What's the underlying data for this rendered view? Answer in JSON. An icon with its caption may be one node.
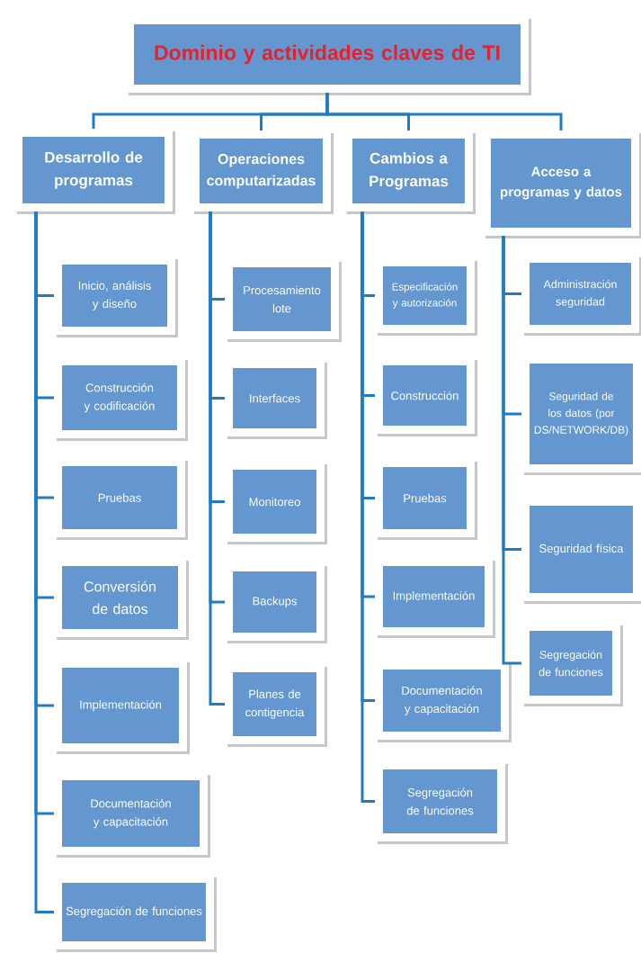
{
  "diagram": {
    "nodes": [
      {
        "text": [
          "Dominio y actividades claves de TI"
        ]
      },
      {
        "text": [
          "Desarrollo de programas"
        ]
      },
      {
        "text": [
          "Operaciones computarizadas"
        ]
      },
      {
        "text": [
          "Cambios a Programas"
        ]
      },
      {
        "text": [
          "Acceso a programas y datos"
        ]
      },
      {
        "text": [
          "Inicio, análisis y diseño"
        ]
      },
      {
        "text": [
          "Construcción y codificación"
        ]
      },
      {
        "text": [
          "Pruebas"
        ]
      },
      {
        "text": [
          "Conversión de datos"
        ]
      },
      {
        "text": [
          "Implementación"
        ]
      },
      {
        "text": [
          "Documentación y capacitación"
        ]
      },
      {
        "text": [
          "Segregación de funciones"
        ]
      },
      {
        "text": [
          "Procesamiento lote"
        ]
      },
      {
        "text": [
          "Interfaces"
        ]
      },
      {
        "text": [
          "Monitoreo"
        ]
      },
      {
        "text": [
          "Backups"
        ]
      },
      {
        "text": [
          "Planes de contigencia"
        ]
      },
      {
        "text": [
          "Especificación y autorización"
        ]
      },
      {
        "text": [
          "Construcción"
        ]
      },
      {
        "text": [
          "Pruebas"
        ]
      },
      {
        "text": [
          "Implementación"
        ]
      },
      {
        "text": [
          "Documentación y capacitación"
        ]
      },
      {
        "text": [
          "Segregación de funciones"
        ]
      },
      {
        "text": [
          "Administración seguridad"
        ]
      },
      {
        "text": [
          "Seguridad de los datos (por DS/NETWORK/DB)"
        ]
      },
      {
        "text": [
          "Seguridad física"
        ]
      },
      {
        "text": [
          "Segregación de funciones"
        ]
      }
    ],
    "edges": [
      {
        "from": 0,
        "to": 1,
        "arrow": "none"
      },
      {
        "from": 0,
        "to": 2,
        "arrow": "none"
      },
      {
        "from": 0,
        "to": 3,
        "arrow": "none"
      },
      {
        "from": 0,
        "to": 4,
        "arrow": "none"
      },
      {
        "from": 1,
        "to": 5,
        "arrow": "none"
      },
      {
        "from": 1,
        "to": 6,
        "arrow": "none"
      },
      {
        "from": 1,
        "to": 7,
        "arrow": "none"
      },
      {
        "from": 1,
        "to": 8,
        "arrow": "none"
      },
      {
        "from": 1,
        "to": 9,
        "arrow": "none"
      },
      {
        "from": 1,
        "to": 10,
        "arrow": "none"
      },
      {
        "from": 1,
        "to": 11,
        "arrow": "none"
      },
      {
        "from": 2,
        "to": 12,
        "arrow": "none"
      },
      {
        "from": 2,
        "to": 13,
        "arrow": "none"
      },
      {
        "from": 2,
        "to": 14,
        "arrow": "none"
      },
      {
        "from": 2,
        "to": 15,
        "arrow": "none"
      },
      {
        "from": 2,
        "to": 16,
        "arrow": "none"
      },
      {
        "from": 3,
        "to": 17,
        "arrow": "none"
      },
      {
        "from": 3,
        "to": 18,
        "arrow": "none"
      },
      {
        "from": 3,
        "to": 19,
        "arrow": "none"
      },
      {
        "from": 3,
        "to": 20,
        "arrow": "none"
      },
      {
        "from": 3,
        "to": 21,
        "arrow": "none"
      },
      {
        "from": 3,
        "to": 22,
        "arrow": "none"
      },
      {
        "from": 4,
        "to": 23,
        "arrow": "none"
      },
      {
        "from": 4,
        "to": 24,
        "arrow": "none"
      },
      {
        "from": 4,
        "to": 25,
        "arrow": "none"
      },
      {
        "from": 4,
        "to": 26,
        "arrow": "none"
      }
    ]
  }
}
